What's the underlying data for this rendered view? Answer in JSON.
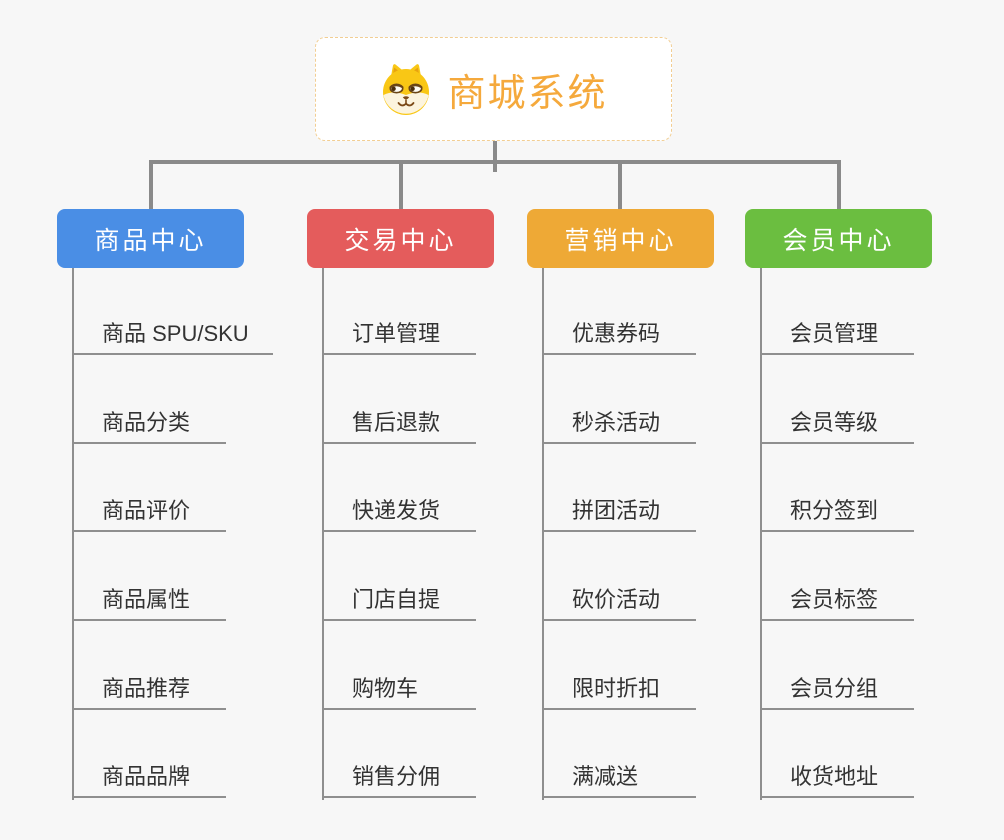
{
  "page": {
    "background_color": "#F7F7F7",
    "connector_color": "#8A8A8A",
    "branch_line_color": "#8F8F8F",
    "child_text_color": "#333333"
  },
  "root": {
    "title": "商城系统",
    "icon": "dog-face-icon",
    "text_color": "#F5A93C",
    "border_color": "#F2CE93"
  },
  "branches": [
    {
      "label": "商品中心",
      "color": "#4A8EE5",
      "children": [
        "商品 SPU/SKU",
        "商品分类",
        "商品评价",
        "商品属性",
        "商品推荐",
        "商品品牌"
      ]
    },
    {
      "label": "交易中心",
      "color": "#E45C5C",
      "children": [
        "订单管理",
        "售后退款",
        "快递发货",
        "门店自提",
        "购物车",
        "销售分佣"
      ]
    },
    {
      "label": "营销中心",
      "color": "#EEA936",
      "children": [
        "优惠券码",
        "秒杀活动",
        "拼团活动",
        "砍价活动",
        "限时折扣",
        "满减送"
      ]
    },
    {
      "label": "会员中心",
      "color": "#6BBE40",
      "children": [
        "会员管理",
        "会员等级",
        "积分签到",
        "会员标签",
        "会员分组",
        "收货地址"
      ]
    }
  ]
}
